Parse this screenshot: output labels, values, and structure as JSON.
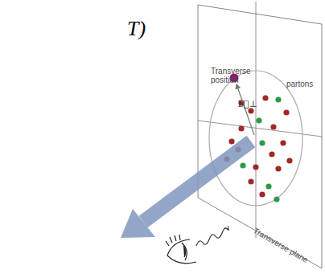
{
  "diagram": {
    "labels": [
      "T)",
      "Transverse position",
      "partons",
      "b⃗⊥",
      "Transverse plane"
    ]
  }
}
